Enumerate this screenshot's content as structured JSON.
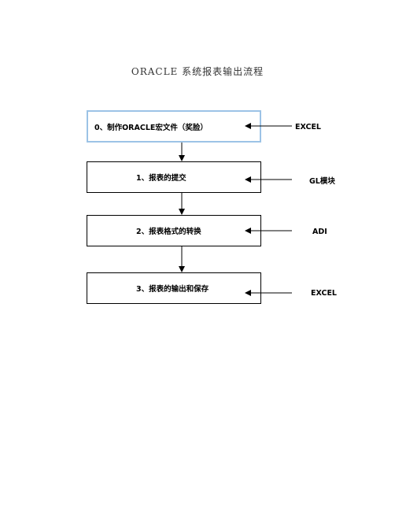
{
  "title": "ORACLE 系统报表输出流程",
  "steps": [
    {
      "label": "0、制作ORACLE宏文件（奖脸）",
      "source": "EXCEL"
    },
    {
      "label": "1、报表的提交",
      "source": "GL模块"
    },
    {
      "label": "2、报表格式的转换",
      "source": "ADI"
    },
    {
      "label": "3、报表的输出和保存",
      "source": "EXCEL"
    }
  ]
}
